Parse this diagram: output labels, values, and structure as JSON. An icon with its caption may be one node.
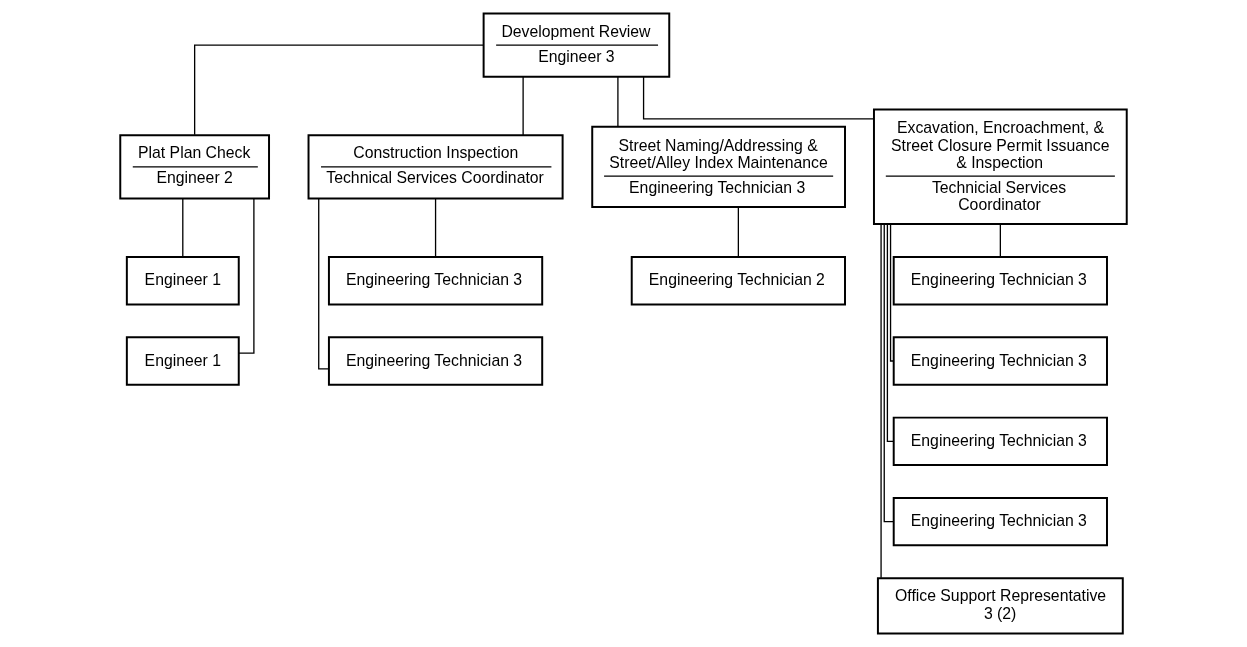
{
  "diagram": {
    "nodes": [
      {
        "text": [
          "Development Review",
          "Engineer 3"
        ]
      },
      {
        "text": [
          "Plat Plan Check",
          "Engineer 2"
        ]
      },
      {
        "text": [
          "Construction Inspection",
          "Technical Services Coordinator"
        ]
      },
      {
        "text": [
          "Street Naming/Addressing & Street/Alley Index Maintenance",
          "Engineering Technician 3"
        ]
      },
      {
        "text": [
          "Excavation, Encroachment, & Street Closure Permit Issuance & Inspection",
          "Technicial Services Coordinator"
        ]
      },
      {
        "text": [
          "Engineer 1"
        ]
      },
      {
        "text": [
          "Engineer 1"
        ]
      },
      {
        "text": [
          "Engineering Technician 3"
        ]
      },
      {
        "text": [
          "Engineering Technician 3"
        ]
      },
      {
        "text": [
          "Engineering Technician 2"
        ]
      },
      {
        "text": [
          "Engineering Technician 3"
        ]
      },
      {
        "text": [
          "Engineering Technician 3"
        ]
      },
      {
        "text": [
          "Engineering Technician 3"
        ]
      },
      {
        "text": [
          "Engineering Technician 3"
        ]
      },
      {
        "text": [
          "Office Support Representative 3 (2)"
        ]
      }
    ],
    "edges": [
      {
        "from": 0,
        "to": 1,
        "arrow": "none"
      },
      {
        "from": 0,
        "to": 2,
        "arrow": "none"
      },
      {
        "from": 0,
        "to": 3,
        "arrow": "none"
      },
      {
        "from": 0,
        "to": 4,
        "arrow": "none"
      },
      {
        "from": 1,
        "to": 5,
        "arrow": "none"
      },
      {
        "from": 1,
        "to": 6,
        "arrow": "none"
      },
      {
        "from": 2,
        "to": 7,
        "arrow": "none"
      },
      {
        "from": 2,
        "to": 8,
        "arrow": "none"
      },
      {
        "from": 3,
        "to": 9,
        "arrow": "none"
      },
      {
        "from": 4,
        "to": 10,
        "arrow": "none"
      },
      {
        "from": 4,
        "to": 11,
        "arrow": "none"
      },
      {
        "from": 4,
        "to": 12,
        "arrow": "none"
      },
      {
        "from": 4,
        "to": 13,
        "arrow": "none"
      },
      {
        "from": 4,
        "to": 14,
        "arrow": "none"
      }
    ]
  }
}
